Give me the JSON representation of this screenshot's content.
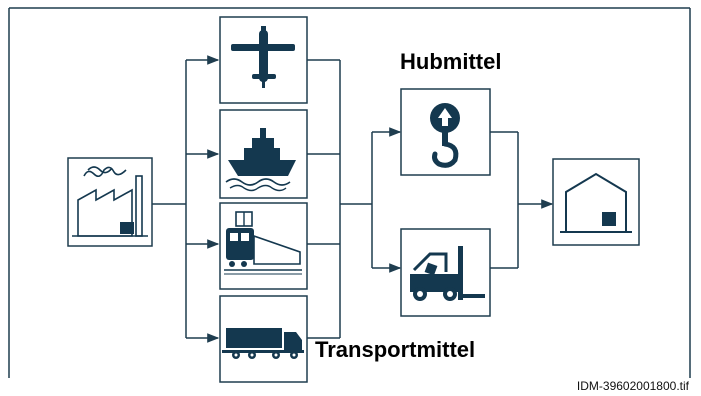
{
  "labels": {
    "hubmittel": "Hubmittel",
    "transportmittel": "Transportmittel",
    "file_id": "IDM-39602001800.tif"
  },
  "colors": {
    "line": "#1f3d4f",
    "icon": "#14384f",
    "box_border": "#1f3d4f"
  },
  "icons": {
    "source": "factory-icon",
    "transport": [
      "airplane-icon",
      "ship-icon",
      "train-icon",
      "truck-icon"
    ],
    "handling": [
      "crane-hook-icon",
      "forklift-icon"
    ],
    "destination": "warehouse-icon"
  }
}
